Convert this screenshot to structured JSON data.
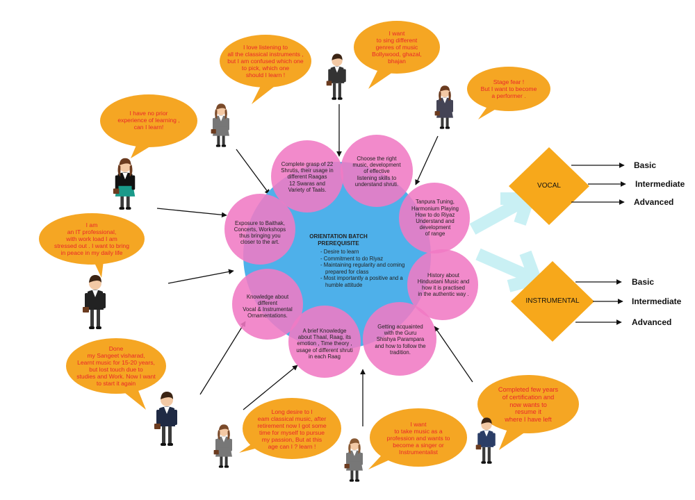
{
  "center": {
    "title": "ORIENTATION BATCH\nPREREQUISITE",
    "items": [
      "Desire to learn",
      "Commitment to do Riyaz",
      "Maintaining regularity and coming prepared for class",
      "Most importantly a positive and a humble attitude"
    ]
  },
  "petals": [
    "Complete grasp of 22\nShrutis, their usage in\ndifferent Raagas\n12 Swaras and\nVariety of Taals.",
    "Choose the right\nmusic, development\nof effective\nlistening skills to\nunderstand shruti.",
    "Tanpura Tuning,\nHarmonium Playing\nHow to do Riyaz\nUnderstand and\ndevelopment\nof  range",
    "History about\nHindustani Music and\nhow it is practised\nin the authentic way .",
    "Getting acquainted\nwith the Guru\nShishya Parampara\nand how to follow the\ntradition.",
    "A brief Knowledge\nabout Thaal, Raag, its\nemotion , Time theory ,\nusage of different shruti\nin each Raag",
    "Knowledge about\ndifferent\nVocal & Instrumental\nOrnamentations.",
    "Exposure to Baithak,\nConcerts, Workshops\nthus bringing you\ncloser to the art."
  ],
  "bubbles": [
    "I love listening to\nall the classical instruments ,\nbut I am confused which one\nto pick, which one\nshould I learn !",
    "I want\nto sing different\ngenres of music\nBollywood, ghazal,\nbhajan",
    "Stage fear !\nBut I want to become\na performer .",
    "I have no prior\nexperience of learning ,\ncan I learn!",
    "I am\nan IT professional,\nwith work load I am\nstressed out . I want to bring\nin peace in my daily life",
    "Done\nmy Sangeet visharad,\nLearnt music for 15-20 years,\nbut lost touch due to\nstudies and Work. Now I want\nto start it again",
    "Long desire to l\neam classical music,  after\nretirement now I got some\ntime for myself to pursue\nmy passion, But at this\nage can I ? learn  !",
    "I want\nto take music as a\nprofession and wants to\nbecome a singer or\nInstrumentalist",
    "Completed few years\nof certification and\nnow wants to\nresume it\nwhere I have left"
  ],
  "tracks": [
    {
      "name": "VOCAL",
      "levels": [
        "Basic",
        "Intermediate",
        "Advanced"
      ]
    },
    {
      "name": "INSTRUMENTAL",
      "levels": [
        "Basic",
        "Intermediate",
        "Advanced"
      ]
    }
  ],
  "colors": {
    "bubble": "#f5a623",
    "petal": "#f07ac4",
    "hub": "#4eb0ea",
    "diamond": "#f7a81b",
    "bubble_text": "#e8262b",
    "chevron": "#c9f0f4"
  },
  "icons": [
    "person-icon"
  ]
}
